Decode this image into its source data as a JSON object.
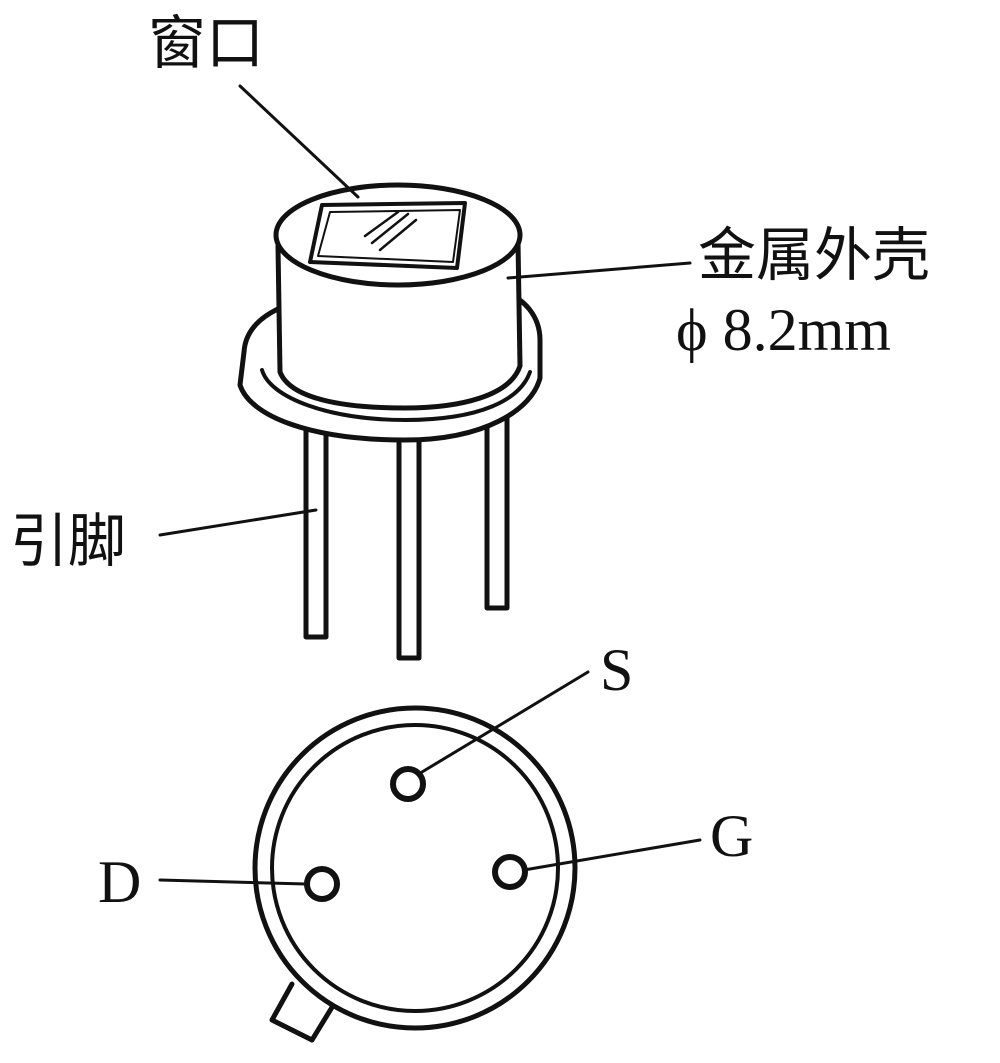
{
  "labels": {
    "window": "窗口",
    "metal_shell": "金属外壳",
    "diameter": "ϕ 8.2mm",
    "pins": "引脚",
    "pin_s": "S",
    "pin_g": "G",
    "pin_d": "D"
  }
}
